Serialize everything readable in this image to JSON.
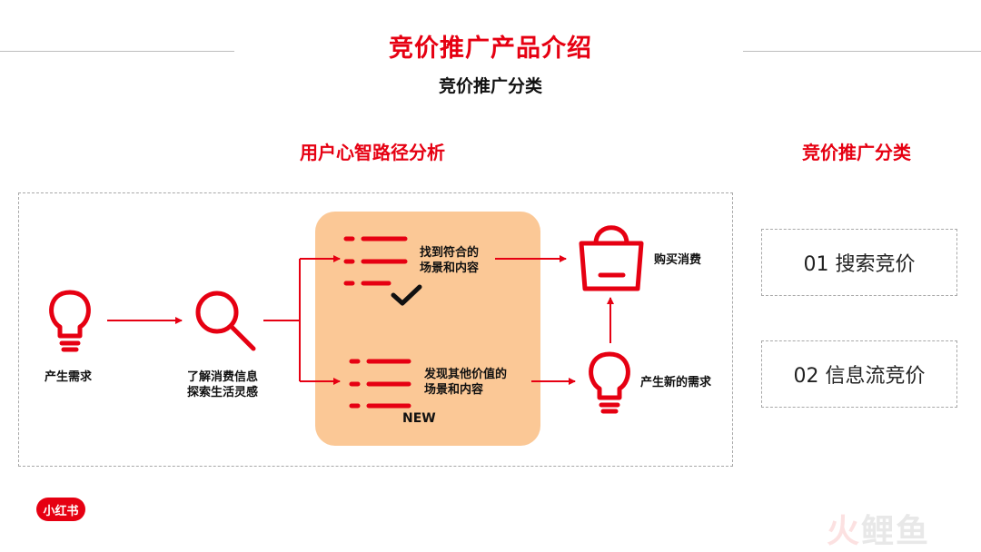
{
  "header": {
    "title": "竞价推广产品介绍",
    "subtitle": "竞价推广分类"
  },
  "left_section": {
    "title": "用户心智路径分析",
    "steps": {
      "need": "产生需求",
      "explore_line1": "了解消费信息",
      "explore_line2": "探索生活灵感",
      "find_line1": "找到符合的",
      "find_line2": "场景和内容",
      "discover_line1": "发现其他价值的",
      "discover_line2": "场景和内容",
      "new_badge": "NEW",
      "buy": "购买消费",
      "new_need": "产生新的需求"
    }
  },
  "right_section": {
    "title": "竞价推广分类",
    "categories": [
      "01 搜索竞价",
      "02 信息流竞价"
    ]
  },
  "brand": {
    "logo_text": "小红书"
  },
  "watermark": {
    "part1": "火",
    "part2": "鲤鱼"
  },
  "colors": {
    "accent": "#e60012",
    "highlight": "#fbc896"
  }
}
